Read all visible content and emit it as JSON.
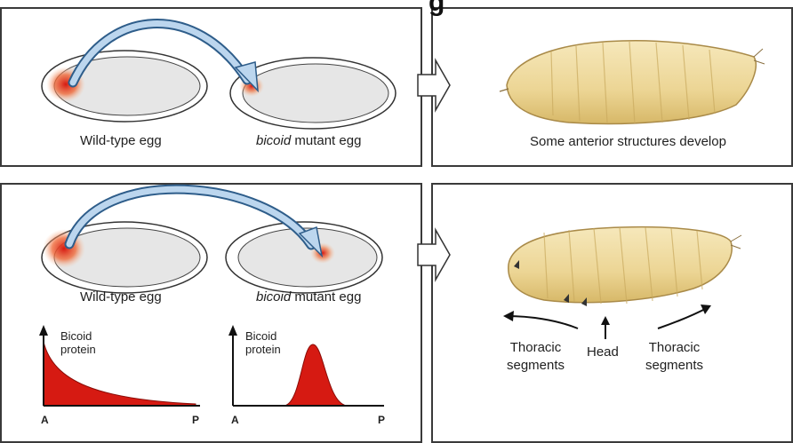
{
  "top_title_fragment": "g",
  "top_row": {
    "egg_left_label": "Wild-type egg",
    "egg_right_label_italic": "bicoid",
    "egg_right_label_rest": " mutant egg",
    "result_label": "Some anterior structures develop"
  },
  "bottom_row": {
    "egg_left_label": "Wild-type egg",
    "egg_right_label_italic": "bicoid",
    "egg_right_label_rest": " mutant egg",
    "graph_left": {
      "ylabel_line1": "Bicoid",
      "ylabel_line2": "protein",
      "x_start": "A",
      "x_end": "P"
    },
    "graph_right": {
      "ylabel_line1": "Bicoid",
      "ylabel_line2": "protein",
      "x_start": "A",
      "x_end": "P"
    },
    "larva_labels": {
      "left_line1": "Thoracic",
      "left_line2": "segments",
      "center": "Head",
      "right_line1": "Thoracic",
      "right_line2": "segments"
    }
  },
  "colors": {
    "protein_red": "#d61a12",
    "arrow_blue": "#bcd6ee",
    "egg_fill": "#e6e6e6",
    "larva_fill": "#efdca0"
  }
}
